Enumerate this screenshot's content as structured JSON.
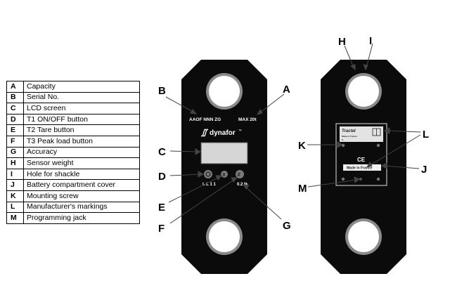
{
  "legend": [
    {
      "key": "A",
      "label": "Capacity"
    },
    {
      "key": "B",
      "label": "Serial No."
    },
    {
      "key": "C",
      "label": "LCD screen"
    },
    {
      "key": "D",
      "label": "T1 ON/OFF button"
    },
    {
      "key": "E",
      "label": "T2 Tare button"
    },
    {
      "key": "F",
      "label": "T3 Peak load button"
    },
    {
      "key": "G",
      "label": "Accuracy"
    },
    {
      "key": "H",
      "label": "Sensor weight"
    },
    {
      "key": "I",
      "label": "Hole for shackle"
    },
    {
      "key": "J",
      "label": "Battery compartment cover"
    },
    {
      "key": "K",
      "label": "Mounting screw"
    },
    {
      "key": "L",
      "label": "Manufacturer's markings"
    },
    {
      "key": "M",
      "label": "Programming jack"
    }
  ],
  "front": {
    "serial_text": "AAOF NNN ZG",
    "capacity_text": "MAX 20t",
    "brand": "dynafor",
    "trademark": "™",
    "button_row_text": "L L 1 1",
    "accuracy_text": "0.2 %"
  },
  "back": {
    "plate_brand": "Tractel",
    "plate_line1": "Made in France",
    "plate_ce": "CE",
    "plate_code": "F-",
    "battery_text": "Made in France"
  },
  "callouts": {
    "A": "A",
    "B": "B",
    "C": "C",
    "D": "D",
    "E": "E",
    "F": "F",
    "G": "G",
    "H": "H",
    "I": "I",
    "J": "J",
    "K": "K",
    "L": "L",
    "M": "M"
  },
  "colors": {
    "body": "#0b0b0b",
    "screen": "#d6d6d6",
    "hole_ring": "#8a8a8a",
    "plate": "#e3e3e3"
  }
}
